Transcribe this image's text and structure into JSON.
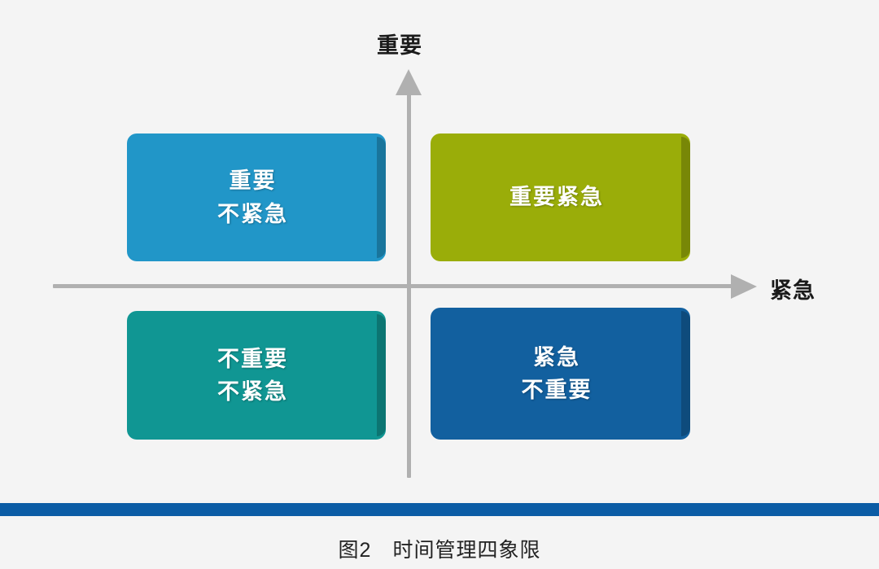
{
  "background_color": "#f4f4f4",
  "axes": {
    "vertical_label": "重要",
    "horizontal_label": "紧急",
    "line_color": "#b0b0b0",
    "vertical_arrow_icon": "arrow-up-icon",
    "horizontal_arrow_icon": "arrow-right-icon"
  },
  "quadrants": [
    {
      "id": "important-not-urgent",
      "position": "top-left",
      "lines": [
        "重要",
        "不紧急"
      ],
      "color": "#2196c8",
      "text_color": "#ffffff"
    },
    {
      "id": "important-urgent",
      "position": "top-right",
      "lines": [
        "重要紧急"
      ],
      "color": "#9aad09",
      "text_color": "#ffffff"
    },
    {
      "id": "not-important-not-urgent",
      "position": "bottom-left",
      "lines": [
        "不重要",
        "不紧急"
      ],
      "color": "#109693",
      "text_color": "#ffffff"
    },
    {
      "id": "urgent-not-important",
      "position": "bottom-right",
      "lines": [
        "紧急",
        "不重要"
      ],
      "color": "#12609f",
      "text_color": "#ffffff"
    }
  ],
  "footer": {
    "bar_color": "#0b5ca5",
    "caption_figure_number": "图2",
    "caption_title": "时间管理四象限",
    "caption_full": "图2　时间管理四象限"
  }
}
